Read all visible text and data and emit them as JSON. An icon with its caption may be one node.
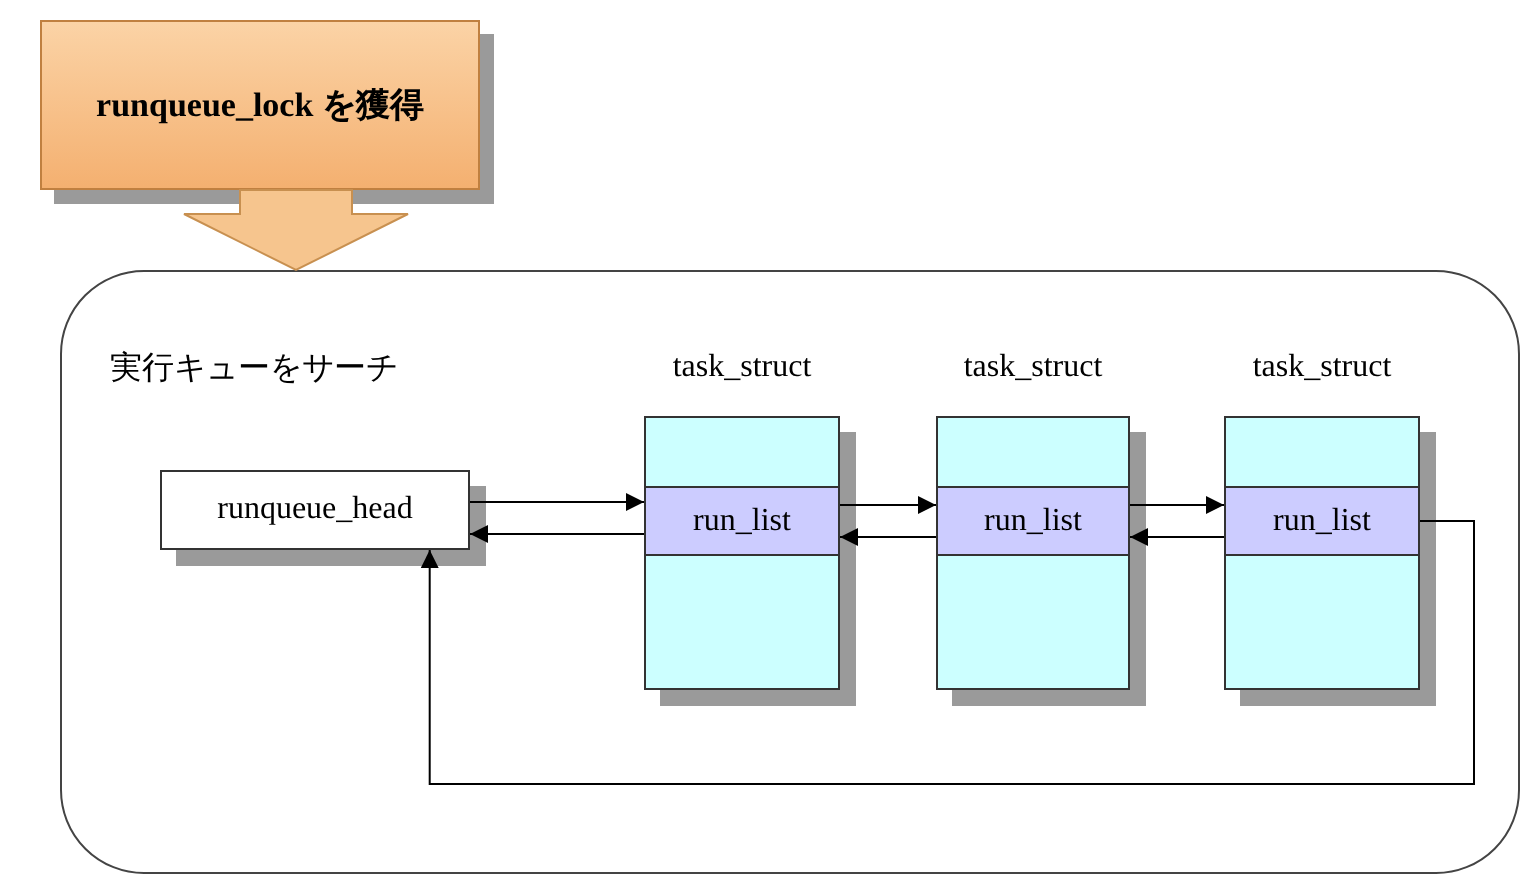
{
  "diagram": {
    "nodes": [
      {
        "text": [
          "runqueue_lock を獲得"
        ]
      },
      {
        "text": [
          "実行キューをサーチ"
        ]
      },
      {
        "text": [
          "runqueue_head"
        ],
        "in": 1
      },
      {
        "text": [
          "task_struct"
        ],
        "in": 1
      },
      {
        "text": [
          "run_list"
        ],
        "in": 3
      },
      {
        "text": [
          "task_struct"
        ],
        "in": 1
      },
      {
        "text": [
          "run_list"
        ],
        "in": 5
      },
      {
        "text": [
          "task_struct"
        ],
        "in": 1
      },
      {
        "text": [
          "run_list"
        ],
        "in": 7
      }
    ],
    "edges": [
      {
        "from": 0,
        "to": 1,
        "arrow": "to",
        "style": "thick"
      },
      {
        "from": 2,
        "to": 4,
        "arrow": "to"
      },
      {
        "from": 4,
        "to": 2,
        "arrow": "to"
      },
      {
        "from": 4,
        "to": 6,
        "arrow": "to"
      },
      {
        "from": 6,
        "to": 4,
        "arrow": "to"
      },
      {
        "from": 6,
        "to": 8,
        "arrow": "to"
      },
      {
        "from": 8,
        "to": 6,
        "arrow": "to"
      },
      {
        "from": 8,
        "to": 2,
        "arrow": "to"
      }
    ]
  }
}
